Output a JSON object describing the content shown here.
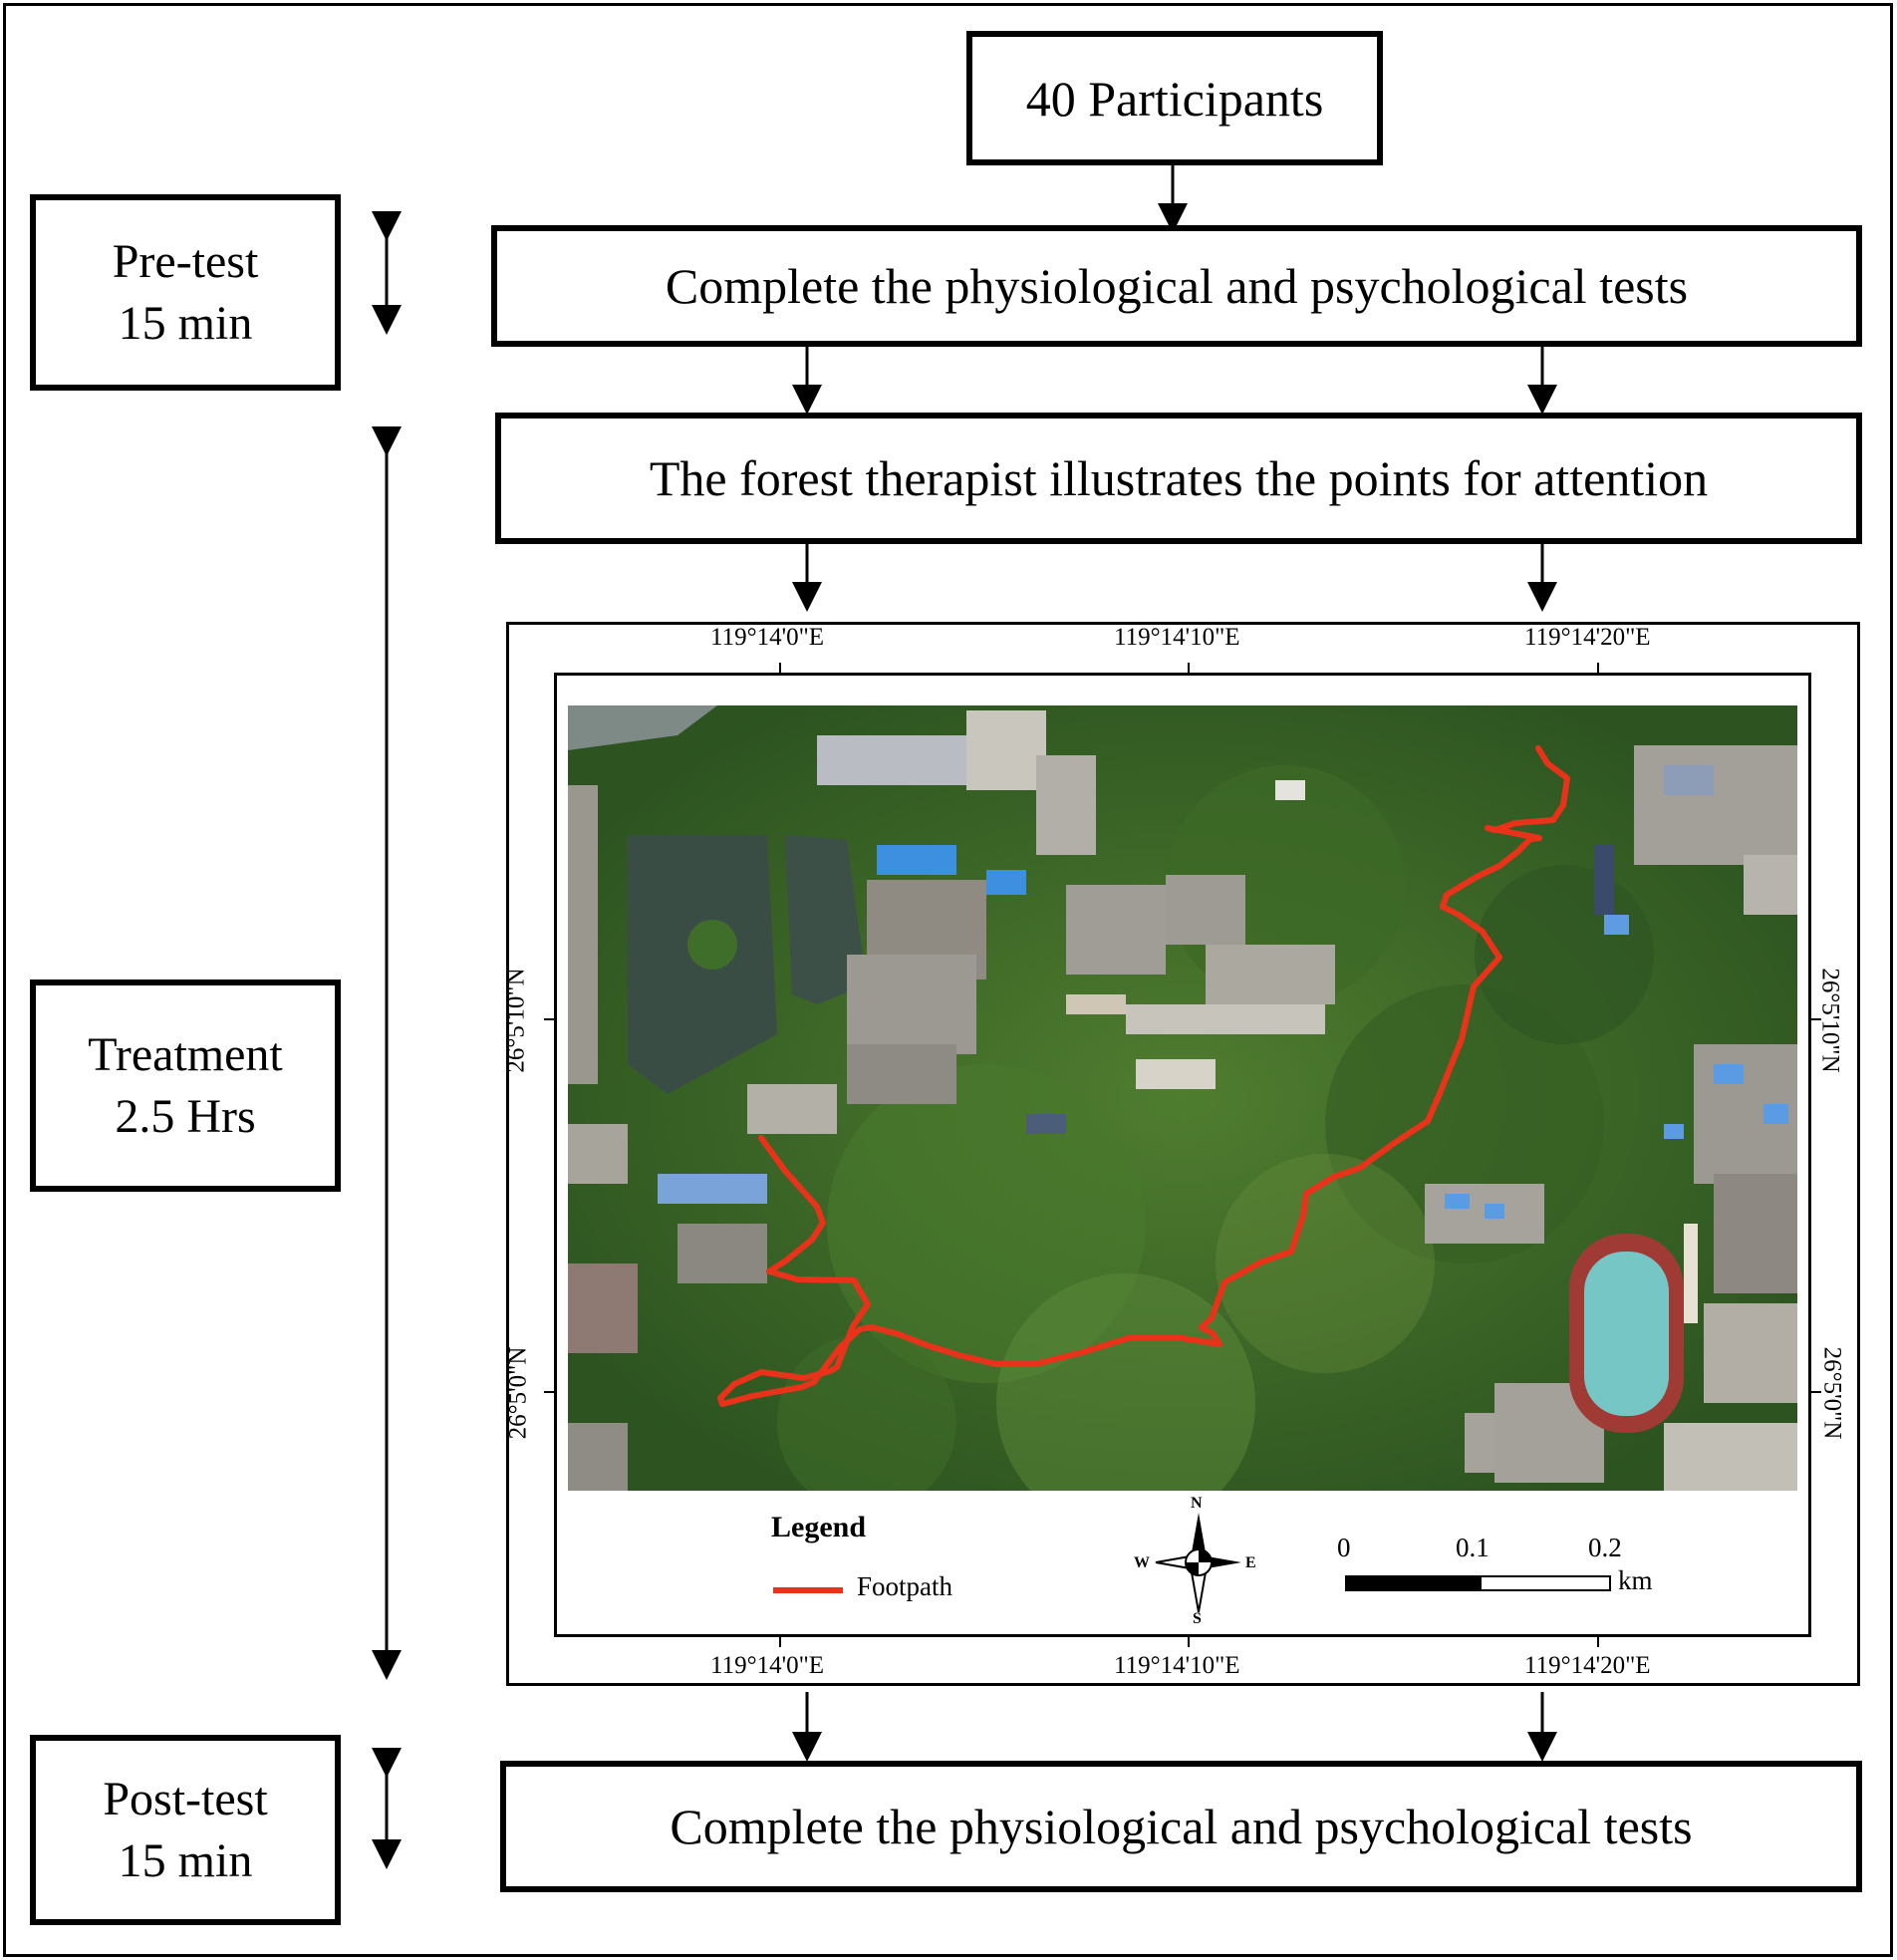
{
  "participants": "40 Participants",
  "stages": {
    "pretest": {
      "label": "Pre-test",
      "duration": "15 min"
    },
    "treatment": {
      "label": "Treatment",
      "duration": "2.5 Hrs"
    },
    "posttest": {
      "label": "Post-test",
      "duration": "15 min"
    }
  },
  "steps": {
    "pre": "Complete the physiological and psychological tests",
    "briefing": "The forest therapist illustrates the points for attention",
    "post": "Complete the physiological and psychological tests"
  },
  "map": {
    "lon_ticks": [
      "119°14'0\"E",
      "119°14'10\"E",
      "119°14'20\"E"
    ],
    "lat_ticks": [
      "26°5'10\"N",
      "26°5'0\"N"
    ],
    "legend_title": "Legend",
    "legend_item": "Footpath",
    "route_color": "#e8321a",
    "compass": {
      "n": "N",
      "s": "S",
      "e": "E",
      "w": "W"
    },
    "scale": {
      "labels": [
        "0",
        "0.1",
        "0.2"
      ],
      "unit": "km"
    }
  }
}
